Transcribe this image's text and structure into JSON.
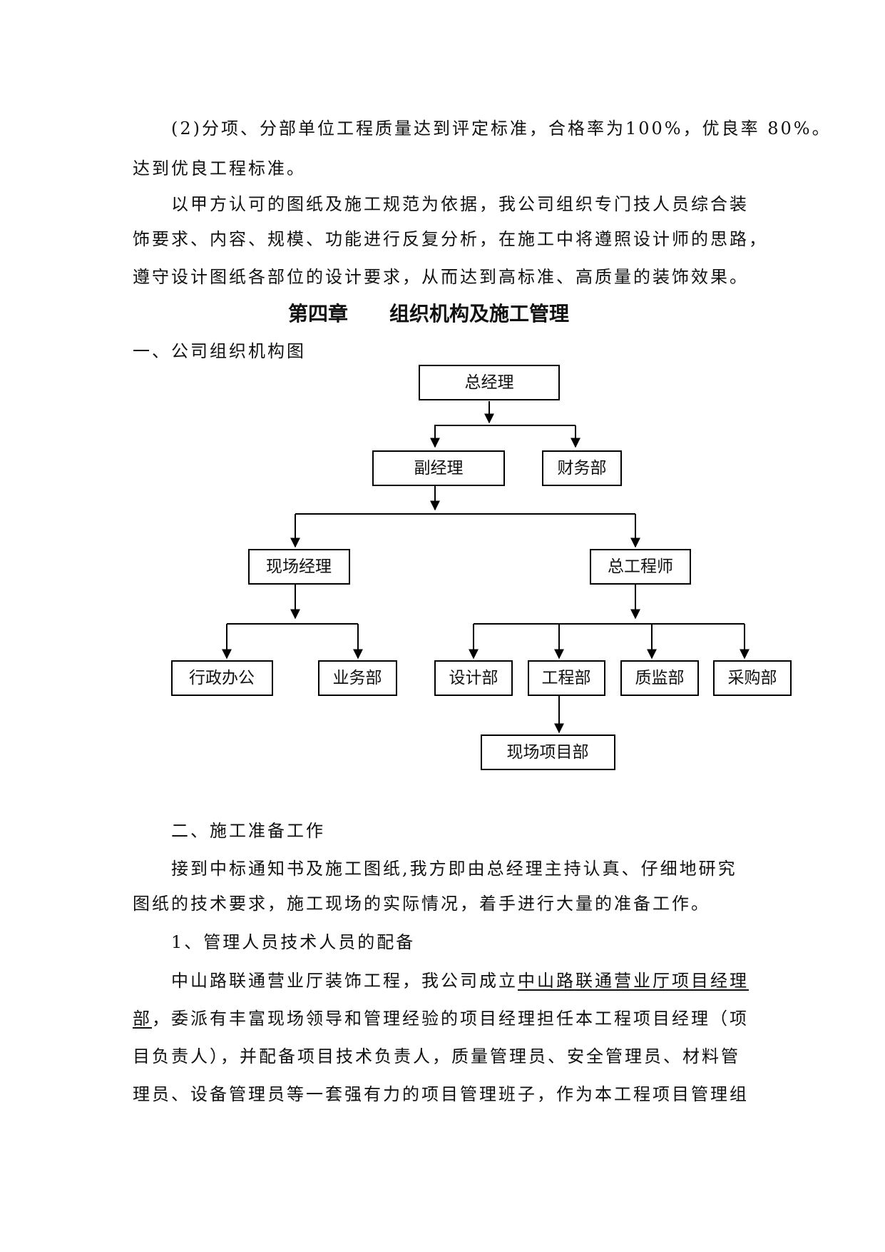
{
  "paragraphs": {
    "p1_line1": "(2)分项、分部单位工程质量达到评定标准，合格率为100%，优良率 80%。",
    "p1_line2": "达到优良工程标准。",
    "p2_line1": "以甲方认可的图纸及施工规范为依据，我公司组织专门技人员综合装",
    "p2_line2": "饰要求、内容、规模、功能进行反复分析，在施工中将遵照设计师的思路，",
    "p2_line3": "遵守设计图纸各部位的设计要求，从而达到高标准、高质量的装饰效果。"
  },
  "chapter": {
    "number": "第四章",
    "title": "组织机构及施工管理"
  },
  "section1_heading": "一、公司组织机构图",
  "org_chart": {
    "general_manager": "总经理",
    "deputy_manager": "副经理",
    "finance_dept": "财务部",
    "site_manager": "现场经理",
    "chief_engineer": "总工程师",
    "admin_office": "行政办公",
    "business_dept": "业务部",
    "design_dept": "设计部",
    "engineering_dept": "工程部",
    "quality_dept": "质监部",
    "purchasing_dept": "采购部",
    "site_project_dept": "现场项目部"
  },
  "section2": {
    "heading": "二、施工准备工作",
    "p_line1": "接到中标通知书及施工图纸,我方即由总经理主持认真、仔细地研究",
    "p_line2": "图纸的技术要求，施工现场的实际情况，着手进行大量的准备工作。",
    "sub1_heading": "1、管理人员技术人员的配备",
    "sub1_line1_a": "中山路联通营业厅装饰工程，我公司成立",
    "sub1_line1_b": "中山路联通营业厅项目经理",
    "sub1_line2_a": "部",
    "sub1_line2_b": "，委派有丰富现场领导和管理经验的项目经理担任本工程项目经理（项",
    "sub1_line3": "目负责人），并配备项目技术负责人，质量管理员、安全管理员、材料管",
    "sub1_line4": "理员、设备管理员等一套强有力的项目管理班子，作为本工程项目管理组"
  }
}
